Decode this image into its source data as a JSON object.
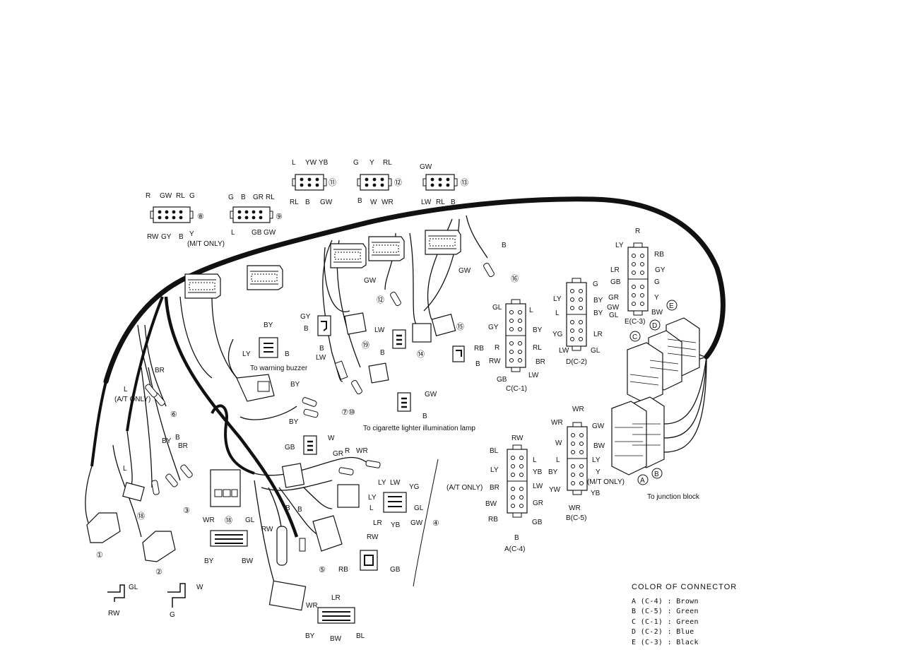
{
  "connectors": {
    "c8": {
      "number": "⑧",
      "labels": [
        "R",
        "GW",
        "RL",
        "G",
        "RW",
        "GY",
        "B",
        "Y"
      ],
      "note": "(M/T ONLY)"
    },
    "c9": {
      "number": "⑨",
      "labels": [
        "G",
        "B",
        "GR",
        "RL",
        "L",
        "GB",
        "GW"
      ]
    },
    "c11": {
      "number": "⑪",
      "labels": [
        "L",
        "YW",
        "YB",
        "RL",
        "B",
        "GW"
      ]
    },
    "c12": {
      "number": "⑫",
      "labels": [
        "G",
        "Y",
        "RL",
        "B",
        "W",
        "WR"
      ]
    },
    "c13": {
      "number": "⑬",
      "labels": [
        "GW",
        "LW",
        "RL",
        "B"
      ]
    },
    "c16": {
      "number": "⑯",
      "labels": [
        "B",
        "GW"
      ]
    },
    "c12b": {
      "number": "⑫",
      "labels": [
        "GW"
      ]
    },
    "c15": {
      "number": "⑮"
    },
    "c14": {
      "number": "⑭",
      "labels": [
        "LW",
        "B"
      ]
    },
    "c19": {
      "number": "⑲",
      "labels": [
        "GY",
        "B",
        "B",
        "LW"
      ]
    },
    "buzzer": {
      "labels": [
        "BY",
        "LY",
        "B"
      ],
      "caption": "To warning buzzer"
    },
    "c7_10": {
      "number": "⑦⑩",
      "labels": [
        "BY",
        "BY"
      ]
    },
    "cig": {
      "labels": [
        "GW",
        "B"
      ],
      "caption": "To cigarette lighter illumination lamp"
    },
    "rb_small": {
      "labels": [
        "RB",
        "B"
      ]
    },
    "c6": {
      "number": "⑥",
      "labels": [
        "BR",
        "L"
      ],
      "note": "(A/T ONLY)"
    },
    "c3": {
      "number": "③",
      "labels": [
        "BY",
        "B",
        "BR",
        "L"
      ]
    },
    "c18a": {
      "number": "⑱"
    },
    "c1": {
      "number": "①"
    },
    "c2": {
      "number": "②"
    },
    "c18b": {
      "number": "⑱",
      "labels": [
        "WR",
        "GL",
        "BY",
        "BW"
      ]
    },
    "c5": {
      "number": "⑤",
      "labels": [
        "B",
        "B",
        "RW"
      ]
    },
    "c4": {
      "number": "④",
      "labels": [
        "GB",
        "W",
        "GR",
        "R",
        "WR",
        "LY",
        "LW",
        "YG",
        "LY",
        "GL",
        "L",
        "LR",
        "YB",
        "GW",
        "RW",
        "RB",
        "GB"
      ]
    },
    "bottom": {
      "labels": [
        "WR",
        "LR",
        "BY",
        "BW",
        "BL"
      ]
    },
    "gl_small": {
      "labels": [
        "GL",
        "RW"
      ]
    },
    "w_small": {
      "labels": [
        "W",
        "G"
      ]
    },
    "C1": {
      "caption": "C(C-1)",
      "labels": [
        "GL",
        "L",
        "GY",
        "BY",
        "R",
        "RL",
        "RW",
        "BR",
        "GB",
        "LW"
      ]
    },
    "C2": {
      "caption": "D(C-2)",
      "labels": [
        "G",
        "LY",
        "BY",
        "L",
        "BY",
        "YG",
        "LR",
        "LW",
        "GL"
      ]
    },
    "C3": {
      "caption": "E(C-3)",
      "labels": [
        "R",
        "LY",
        "RB",
        "LR",
        "GY",
        "GB",
        "G",
        "GR",
        "Y",
        "GW",
        "GL",
        "BW"
      ]
    },
    "C4": {
      "caption": "A(C-4)",
      "labels": [
        "RW",
        "BL",
        "L",
        "LY",
        "YB",
        "BR",
        "LW",
        "BW",
        "GR",
        "RB",
        "GB",
        "B"
      ],
      "note": "(A/T ONLY)"
    },
    "C5": {
      "caption": "B(C-5)",
      "labels": [
        "WR",
        "WR",
        "GW",
        "W",
        "BW",
        "L",
        "LY",
        "BY",
        "Y",
        "YW",
        "YB",
        "WR"
      ],
      "note": "(M/T ONLY)"
    },
    "junction": {
      "letters": [
        "A",
        "B",
        "C",
        "D",
        "E"
      ],
      "caption": "To junction block"
    }
  },
  "legend": {
    "title": "COLOR OF CONNECTOR",
    "items": [
      "A  (C-4)  :  Brown",
      "B  (C-5)  :  Green",
      "C  (C-1)  :  Green",
      "D  (C-2)  :  Blue",
      "E  (C-3)  :  Black"
    ]
  }
}
